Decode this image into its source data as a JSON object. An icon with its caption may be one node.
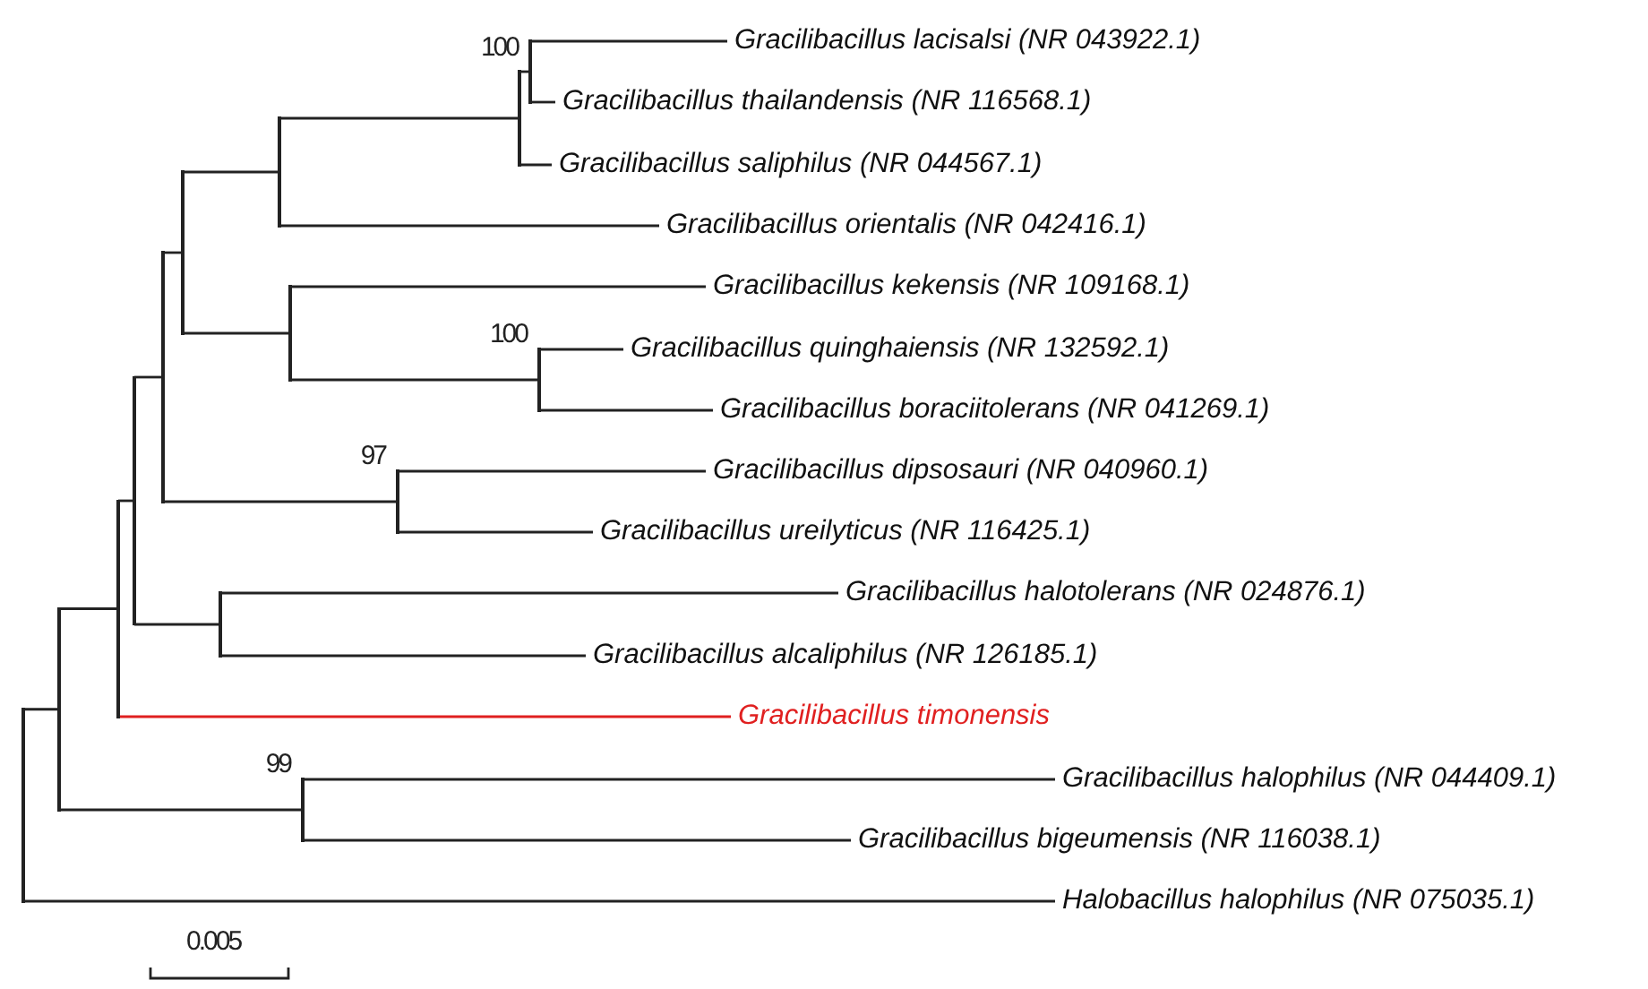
{
  "diagram": {
    "nodes": [
      {
        "text": [
          "Gracilibacillus lacisalsi (NR 043922.1)"
        ]
      },
      {
        "text": [
          "Gracilibacillus thailandensis (NR 116568.1)"
        ]
      },
      {
        "text": [
          "Gracilibacillus saliphilus (NR 044567.1)"
        ]
      },
      {
        "text": [
          "Gracilibacillus orientalis (NR 042416.1)"
        ]
      },
      {
        "text": [
          "Gracilibacillus kekensis (NR 109168.1)"
        ]
      },
      {
        "text": [
          "Gracilibacillus quinghaiensis (NR 132592.1)"
        ]
      },
      {
        "text": [
          "Gracilibacillus boraciitolerans (NR 041269.1)"
        ]
      },
      {
        "text": [
          "Gracilibacillus dipsosauri (NR 040960.1)"
        ]
      },
      {
        "text": [
          "Gracilibacillus ureilyticus (NR 116425.1)"
        ]
      },
      {
        "text": [
          "Gracilibacillus halotolerans (NR 024876.1)"
        ]
      },
      {
        "text": [
          "Gracilibacillus alcaliphilus (NR 126185.1)"
        ]
      },
      {
        "text": [
          "Gracilibacillus timonensis"
        ]
      },
      {
        "text": [
          "Gracilibacillus halophilus (NR 044409.1)"
        ]
      },
      {
        "text": [
          "Gracilibacillus bigeumensis (NR 116038.1)"
        ]
      },
      {
        "text": [
          "Halobacillus halophilus (NR 075035.1)"
        ]
      },
      {
        "text": [],
        "shape": "point"
      },
      {
        "text": [],
        "shape": "point"
      },
      {
        "text": [],
        "shape": "point"
      },
      {
        "text": [],
        "shape": "point"
      },
      {
        "text": [],
        "shape": "point"
      },
      {
        "text": [],
        "shape": "point"
      },
      {
        "text": [],
        "shape": "point"
      },
      {
        "text": [],
        "shape": "point"
      },
      {
        "text": [],
        "shape": "point"
      },
      {
        "text": [],
        "shape": "point",
        "beside": [
          "99"
        ]
      },
      {
        "text": [],
        "shape": "point",
        "beside": [
          "97"
        ]
      },
      {
        "text": [],
        "shape": "point"
      },
      {
        "text": [],
        "shape": "point",
        "beside": [
          "100"
        ]
      },
      {
        "text": [],
        "shape": "point",
        "beside": [
          "100"
        ]
      }
    ],
    "edges": [
      {
        "from": 15,
        "to": 16,
        "arrow": "none"
      },
      {
        "from": 15,
        "to": 14,
        "arrow": "none"
      },
      {
        "from": 16,
        "to": 17,
        "arrow": "none"
      },
      {
        "from": 16,
        "to": 24,
        "arrow": "none"
      },
      {
        "from": 17,
        "to": 18,
        "arrow": "none"
      },
      {
        "from": 17,
        "to": 11,
        "arrow": "none",
        "color": "#e02020"
      },
      {
        "from": 18,
        "to": 19,
        "arrow": "none"
      },
      {
        "from": 18,
        "to": 21,
        "arrow": "none"
      },
      {
        "from": 19,
        "to": 20,
        "arrow": "none"
      },
      {
        "from": 19,
        "to": 25,
        "arrow": "none"
      },
      {
        "from": 20,
        "to": 22,
        "arrow": "none"
      },
      {
        "from": 20,
        "to": 23,
        "arrow": "none"
      },
      {
        "from": 22,
        "to": 26,
        "arrow": "none"
      },
      {
        "from": 22,
        "to": 3,
        "arrow": "none"
      },
      {
        "from": 26,
        "to": 27,
        "arrow": "none"
      },
      {
        "from": 26,
        "to": 2,
        "arrow": "none"
      },
      {
        "from": 27,
        "to": 0,
        "arrow": "none"
      },
      {
        "from": 27,
        "to": 1,
        "arrow": "none"
      },
      {
        "from": 23,
        "to": 4,
        "arrow": "none"
      },
      {
        "from": 23,
        "to": 28,
        "arrow": "none"
      },
      {
        "from": 28,
        "to": 5,
        "arrow": "none"
      },
      {
        "from": 28,
        "to": 6,
        "arrow": "none"
      },
      {
        "from": 25,
        "to": 7,
        "arrow": "none"
      },
      {
        "from": 25,
        "to": 8,
        "arrow": "none"
      },
      {
        "from": 21,
        "to": 9,
        "arrow": "none"
      },
      {
        "from": 21,
        "to": 10,
        "arrow": "none"
      },
      {
        "from": 24,
        "to": 12,
        "arrow": "none"
      },
      {
        "from": 24,
        "to": 13,
        "arrow": "none"
      }
    ],
    "labels": [
      "0.005"
    ]
  }
}
